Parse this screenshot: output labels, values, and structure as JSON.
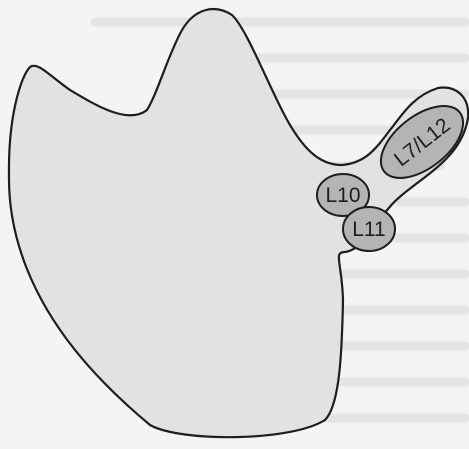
{
  "diagram": {
    "regions": [
      {
        "id": "L7-L12",
        "label": "L7/L12"
      },
      {
        "id": "L10",
        "label": "L10"
      },
      {
        "id": "L11",
        "label": "L11"
      }
    ],
    "colors": {
      "background": "#f4f4f3",
      "background_text": "#e6e6e4",
      "body_fill": "#e2e2e0",
      "region_fill": "#b4b4b2",
      "outline": "#1e1e1e"
    }
  }
}
